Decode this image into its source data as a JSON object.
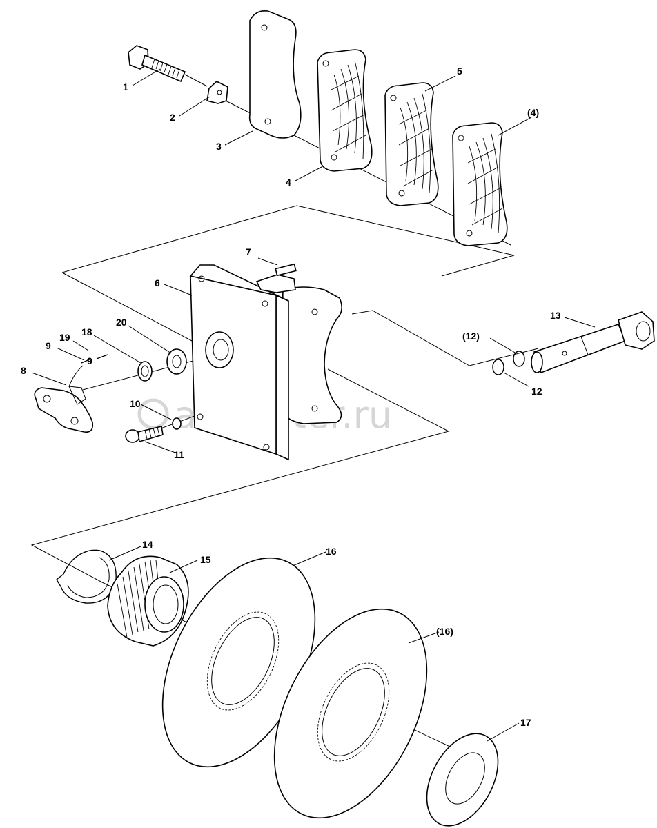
{
  "diagram": {
    "labels": [
      {
        "id": "1",
        "text": "1"
      },
      {
        "id": "2",
        "text": "2"
      },
      {
        "id": "3",
        "text": "3"
      },
      {
        "id": "4",
        "text": "4"
      },
      {
        "id": "5",
        "text": "5"
      },
      {
        "id": "4p",
        "text": "(4)"
      },
      {
        "id": "7",
        "text": "7"
      },
      {
        "id": "6",
        "text": "6"
      },
      {
        "id": "13",
        "text": "13"
      },
      {
        "id": "12p",
        "text": "(12)"
      },
      {
        "id": "12",
        "text": "12"
      },
      {
        "id": "20",
        "text": "20"
      },
      {
        "id": "18",
        "text": "18"
      },
      {
        "id": "19",
        "text": "19"
      },
      {
        "id": "9a",
        "text": "9"
      },
      {
        "id": "9b",
        "text": "9"
      },
      {
        "id": "8",
        "text": "8"
      },
      {
        "id": "10",
        "text": "10"
      },
      {
        "id": "11",
        "text": "11"
      },
      {
        "id": "14",
        "text": "14"
      },
      {
        "id": "15",
        "text": "15"
      },
      {
        "id": "16",
        "text": "16"
      },
      {
        "id": "16p",
        "text": "(16)"
      },
      {
        "id": "17",
        "text": "17"
      }
    ],
    "watermark": "autopiter.ru"
  }
}
